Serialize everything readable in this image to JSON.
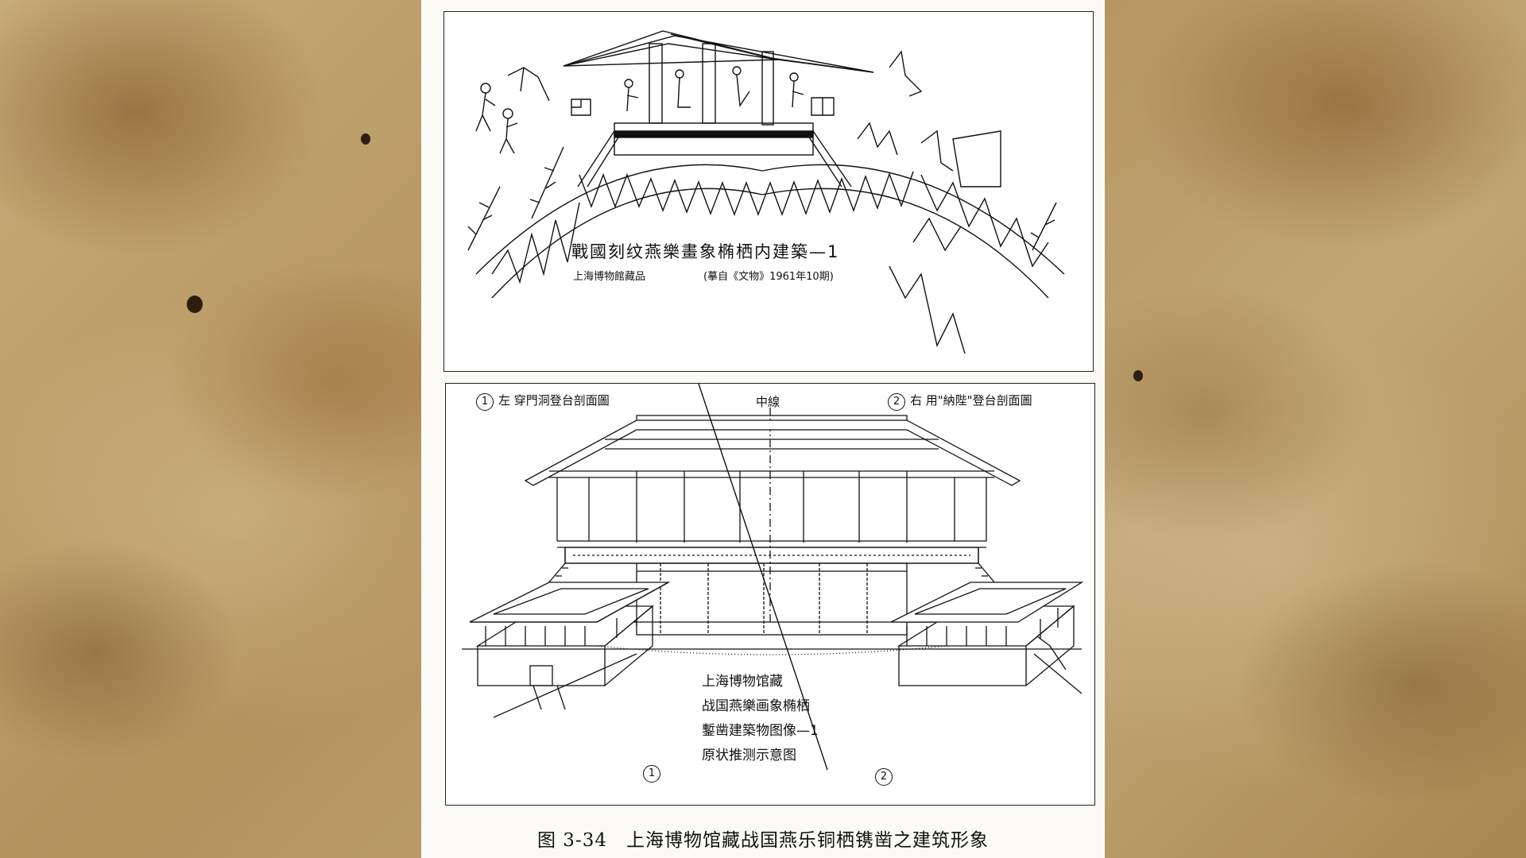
{
  "top_panel": {
    "title": "戰國刻纹燕樂畫象椭栖内建築—1",
    "source_left": "上海博物館藏品",
    "source_right": "(摹自《文物》1961年10期)"
  },
  "bottom_panel": {
    "left_label_num": "1",
    "left_label": "左 穿門洞登台剖面圖",
    "center_label": "中線",
    "right_label_num": "2",
    "right_label": "右 用\"納陛\"登台剖面圖",
    "note_lines": [
      "上海博物馆藏",
      "战国燕樂画象椭栖",
      "鏨凿建築物图像—1",
      "原状推测示意图"
    ],
    "marker_1": "1",
    "marker_2": "2"
  },
  "caption": "图 3-34　上海博物馆藏战国燕乐铜栖镌凿之建筑形象"
}
